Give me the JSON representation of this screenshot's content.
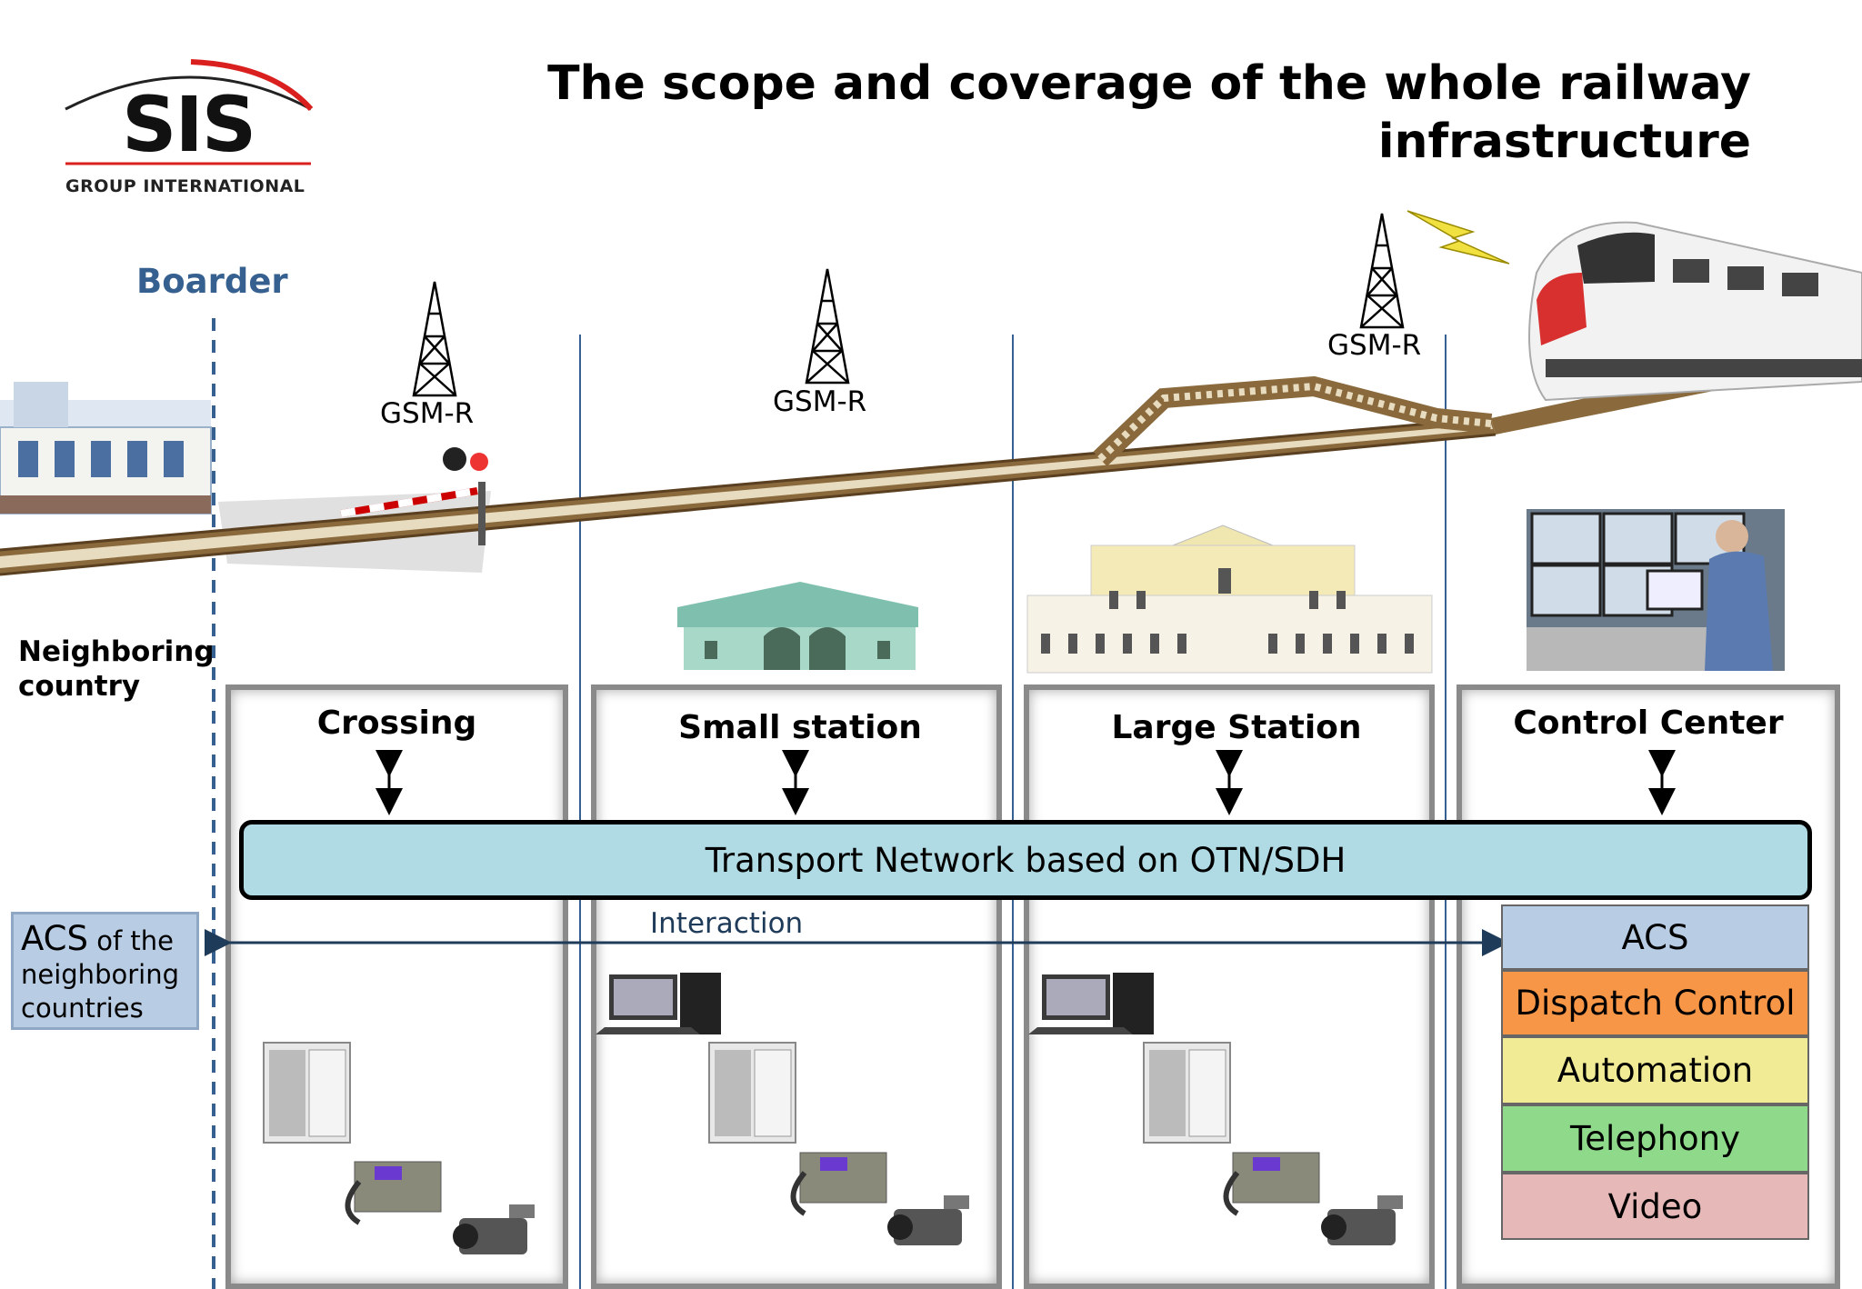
{
  "header": {
    "title": "The scope and coverage of the whole railway infrastructure",
    "logo_text": "SIS",
    "logo_subtitle": "GROUP INTERNATIONAL"
  },
  "labels": {
    "boarder": "Boarder",
    "neighboring_country": "Neighboring country",
    "gsm": "GSM-R",
    "interaction": "Interaction",
    "acs_neighbor_big": "ACS",
    "acs_neighbor_rest": "of the neighboring countries"
  },
  "columns": [
    {
      "title": "Crossing"
    },
    {
      "title": "Small station"
    },
    {
      "title": "Large Station"
    },
    {
      "title": "Control Center"
    }
  ],
  "transport": {
    "label": "Transport Network based on OTN/SDH"
  },
  "control_layers": [
    {
      "label": "ACS",
      "color": "#b8cce4"
    },
    {
      "label": "Dispatch Control",
      "color": "#f79646"
    },
    {
      "label": "Automation",
      "color": "#f2eb96"
    },
    {
      "label": "Telephony",
      "color": "#8ed98a"
    },
    {
      "label": "Video",
      "color": "#e6b9b8"
    }
  ],
  "colors": {
    "accent": "#35608f",
    "logo_arc": "#d9201f",
    "track": "#8a6a3c"
  }
}
